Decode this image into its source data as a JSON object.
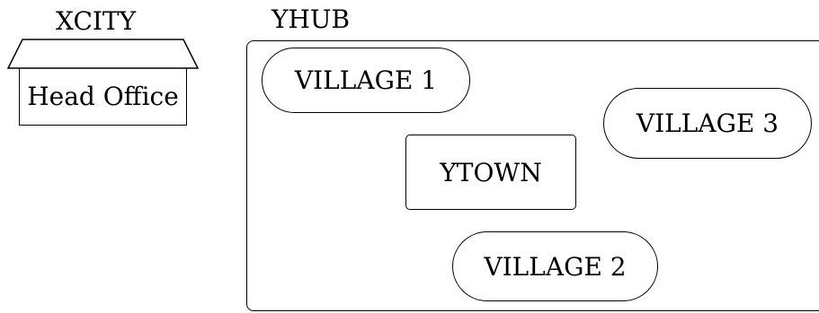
{
  "city": {
    "label": "XCITY",
    "building_label": "Head Office"
  },
  "hub": {
    "label": "YHUB",
    "town_label": "YTOWN",
    "villages": [
      {
        "label": "VILLAGE 1"
      },
      {
        "label": "VILLAGE 2"
      },
      {
        "label": "VILLAGE 3"
      }
    ]
  }
}
